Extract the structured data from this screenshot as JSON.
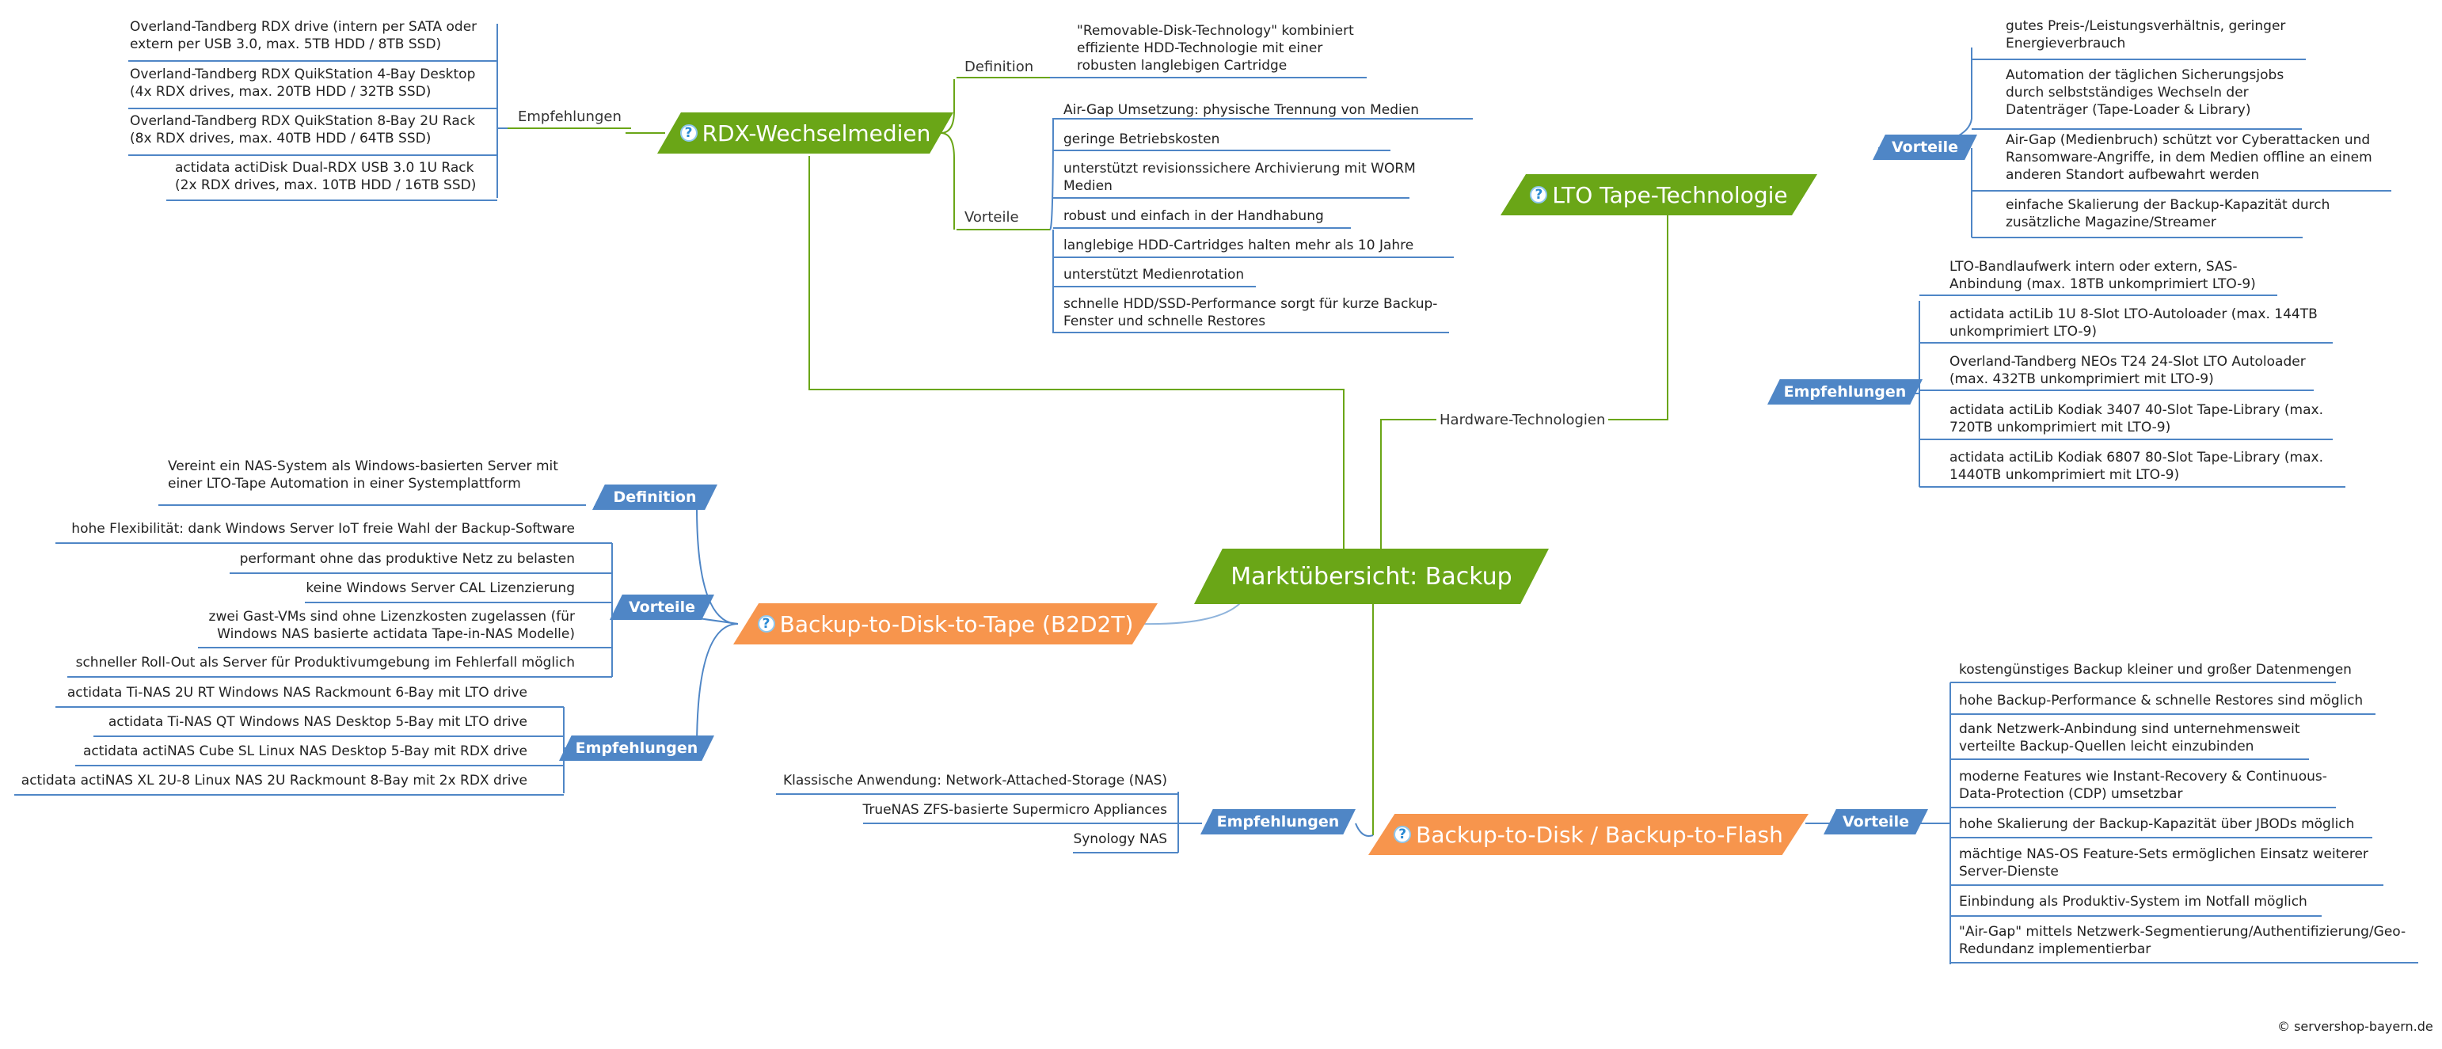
{
  "colors": {
    "green": "#6aa617",
    "orange": "#f7954d",
    "blue": "#4f86c6",
    "line_blue": "#4f86c6",
    "line_green": "#6aa617"
  },
  "center": {
    "title": "Marktübersicht: Backup"
  },
  "hardware_label": "Hardware-Technologien",
  "topics": {
    "rdx": "RDX-Wechselmedien",
    "lto": "LTO Tape-Technologie",
    "b2d2t": "Backup-to-Disk-to-Tape (B2D2T)",
    "b2d": "Backup-to-Disk / Backup-to-Flash"
  },
  "rdx": {
    "definition_label": "Definition",
    "definition": "\"Removable-Disk-Technology\" kombiniert\neffiziente HDD-Technologie mit einer\nrobusten langlebigen Cartridge",
    "vorteile_label": "Vorteile",
    "vorteile": [
      "Air-Gap Umsetzung: physische Trennung von Medien",
      "geringe Betriebskosten",
      "unterstützt revisionssichere Archivierung mit WORM\nMedien",
      "robust und einfach in der Handhabung",
      "langlebige HDD-Cartridges halten mehr als 10 Jahre",
      "unterstützt Medienrotation",
      "schnelle HDD/SSD-Performance sorgt für kurze Backup-\nFenster und schnelle Restores"
    ],
    "empfehlungen_label": "Empfehlungen",
    "empfehlungen": [
      "Overland-Tandberg RDX drive (intern per SATA oder\nextern per USB 3.0, max. 5TB HDD / 8TB SSD)",
      "Overland-Tandberg RDX QuikStation 4-Bay Desktop\n(4x RDX drives, max. 20TB HDD / 32TB SSD)",
      "Overland-Tandberg RDX QuikStation 8-Bay 2U Rack\n(8x RDX drives, max. 40TB HDD / 64TB SSD)",
      "actidata actiDisk Dual-RDX USB 3.0 1U Rack\n(2x RDX drives, max. 10TB HDD / 16TB SSD)"
    ]
  },
  "lto": {
    "vorteile_label": "Vorteile",
    "vorteile": [
      "gutes Preis-/Leistungsverhältnis, geringer\nEnergieverbrauch",
      "Automation der täglichen Sicherungsjobs\ndurch selbstständiges Wechseln der\nDatenträger (Tape-Loader & Library)",
      "Air-Gap (Medienbruch) schützt vor Cyberattacken und\nRansomware-Angriffe, in dem Medien offline an einem\nanderen Standort aufbewahrt werden",
      "einfache Skalierung der Backup-Kapazität durch\nzusätzliche Magazine/Streamer"
    ],
    "empfehlungen_label": "Empfehlungen",
    "empfehlungen": [
      "LTO-Bandlaufwerk intern oder extern, SAS-\nAnbindung (max. 18TB unkomprimiert LTO-9)",
      "actidata actiLib 1U 8-Slot LTO-Autoloader (max. 144TB\nunkomprimiert LTO-9)",
      "Overland-Tandberg NEOs T24 24-Slot LTO Autoloader\n(max. 432TB unkomprimiert mit LTO-9)",
      "actidata actiLib Kodiak 3407 40-Slot Tape-Library (max.\n720TB unkomprimiert mit LTO-9)",
      "actidata actiLib Kodiak 6807 80-Slot Tape-Library (max.\n1440TB unkomprimiert mit LTO-9)"
    ]
  },
  "b2d2t": {
    "definition_label": "Definition",
    "definition": "Vereint ein NAS-System als Windows-basierten Server mit\neiner LTO-Tape Automation in einer Systemplattform",
    "vorteile_label": "Vorteile",
    "vorteile": [
      "hohe Flexibilität: dank Windows Server IoT freie Wahl der Backup-Software",
      "performant ohne das produktive Netz zu belasten",
      "keine Windows Server CAL Lizenzierung",
      "zwei Gast-VMs sind ohne Lizenzkosten zugelassen (für\nWindows NAS basierte actidata Tape-in-NAS Modelle)",
      "schneller Roll-Out als Server für Produktivumgebung im Fehlerfall möglich"
    ],
    "empfehlungen_label": "Empfehlungen",
    "empfehlungen": [
      "actidata Ti-NAS 2U RT Windows NAS Rackmount 6-Bay mit LTO drive",
      "actidata Ti-NAS QT Windows NAS Desktop 5-Bay mit LTO drive",
      "actidata actiNAS Cube SL Linux NAS Desktop 5-Bay mit RDX drive",
      "actidata actiNAS XL 2U-8 Linux NAS 2U Rackmount 8-Bay mit 2x RDX drive"
    ]
  },
  "b2d": {
    "empfehlungen_label": "Empfehlungen",
    "empfehlungen": [
      "Klassische Anwendung: Network-Attached-Storage (NAS)",
      "TrueNAS ZFS-basierte Supermicro Appliances",
      "Synology NAS"
    ],
    "vorteile_label": "Vorteile",
    "vorteile": [
      "kostengünstiges Backup kleiner und großer Datenmengen",
      "hohe Backup-Performance & schnelle Restores sind möglich",
      "dank Netzwerk-Anbindung sind unternehmensweit\nverteilte Backup-Quellen leicht einzubinden",
      "moderne Features wie Instant-Recovery & Continuous-\nData-Protection (CDP) umsetzbar",
      "hohe Skalierung der Backup-Kapazität über JBODs möglich",
      "mächtige NAS-OS Feature-Sets ermöglichen Einsatz weiterer\nServer-Dienste",
      "Einbindung als Produktiv-System im Notfall möglich",
      "\"Air-Gap\" mittels Netzwerk-Segmentierung/Authentifizierung/Geo-\nRedundanz implementierbar"
    ]
  },
  "copyright": "© servershop-bayern.de"
}
